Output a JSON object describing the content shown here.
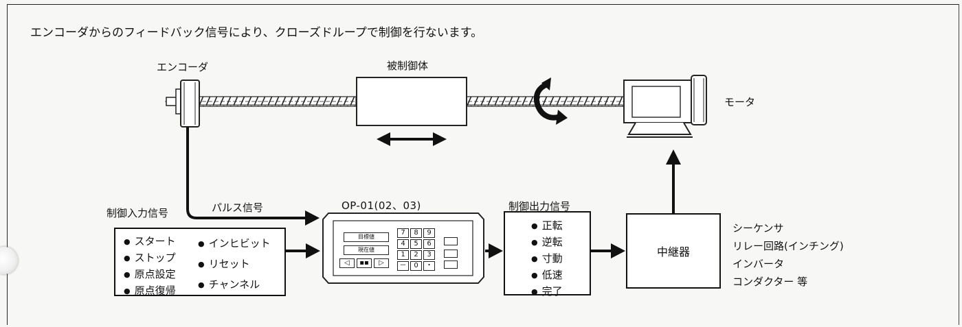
{
  "intro_text": "エンコーダからのフィードバック信号により、クローズドループで制御を行ないます。",
  "labels": {
    "encoder": "エンコーダ",
    "controlled_object": "被制御体",
    "motor": "モータ",
    "control_input": "制御入力信号",
    "pulse_signal": "パルス信号",
    "device_model": "OP-01(02、03)",
    "control_output": "制御出力信号",
    "relay": "中継器"
  },
  "input_signals_left": [
    "スタート",
    "ストップ",
    "原点設定",
    "原点復帰"
  ],
  "input_signals_right": [
    "インヒビット",
    "リセット",
    "チャンネル"
  ],
  "output_signals": [
    "正転",
    "逆転",
    "寸動",
    "低速",
    "完了"
  ],
  "relay_devices": [
    "シーケンサ",
    "リレー回路(インチング)",
    "インバータ",
    "コンダクター 等"
  ],
  "panel": {
    "target_label": "目標値",
    "current_label": "現在値",
    "keys_row1": [
      "7",
      "8",
      "9"
    ],
    "keys_row2": [
      "4",
      "5",
      "6"
    ],
    "keys_row3": [
      "1",
      "2",
      "3"
    ],
    "keys_row4": [
      "－",
      "0",
      "・"
    ],
    "nav_keys": [
      "◁",
      "▪▪",
      "▷"
    ]
  }
}
